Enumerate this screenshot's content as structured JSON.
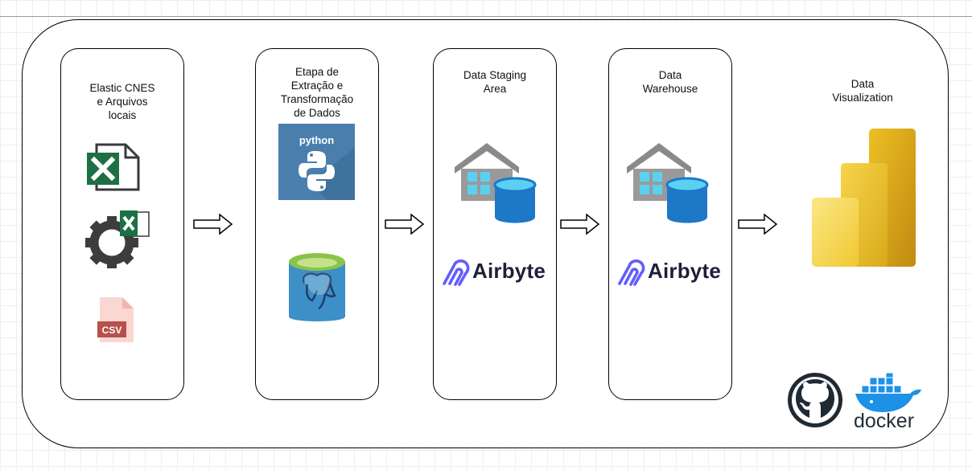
{
  "stages": {
    "sources": {
      "label": "Elastic CNES\ne Arquivos\nlocais",
      "csv_text": "CSV"
    },
    "etl": {
      "label": "Etapa de\nExtração e\nTransformação\nde Dados",
      "python_text": "python"
    },
    "staging": {
      "label": "Data Staging\nArea",
      "tool": "Airbyte"
    },
    "warehouse": {
      "label": "Data\nWarehouse",
      "tool": "Airbyte"
    },
    "visualization": {
      "label": "Data\nVisualization"
    }
  },
  "footer": {
    "docker_text": "docker"
  },
  "colors": {
    "excel_green": "#1d7044",
    "gear_gray": "#3d3d3d",
    "csv_red": "#c0504d",
    "python_bg": "#4a7fad",
    "postgres_cyl": "#3d8fc8",
    "postgres_top": "#8bc34a",
    "db_blue": "#1e78c8",
    "warehouse_gray": "#8a8a8a",
    "airbyte_purple": "#615eff",
    "powerbi_yellow": "#f2c811",
    "docker_blue": "#1d91e6"
  }
}
